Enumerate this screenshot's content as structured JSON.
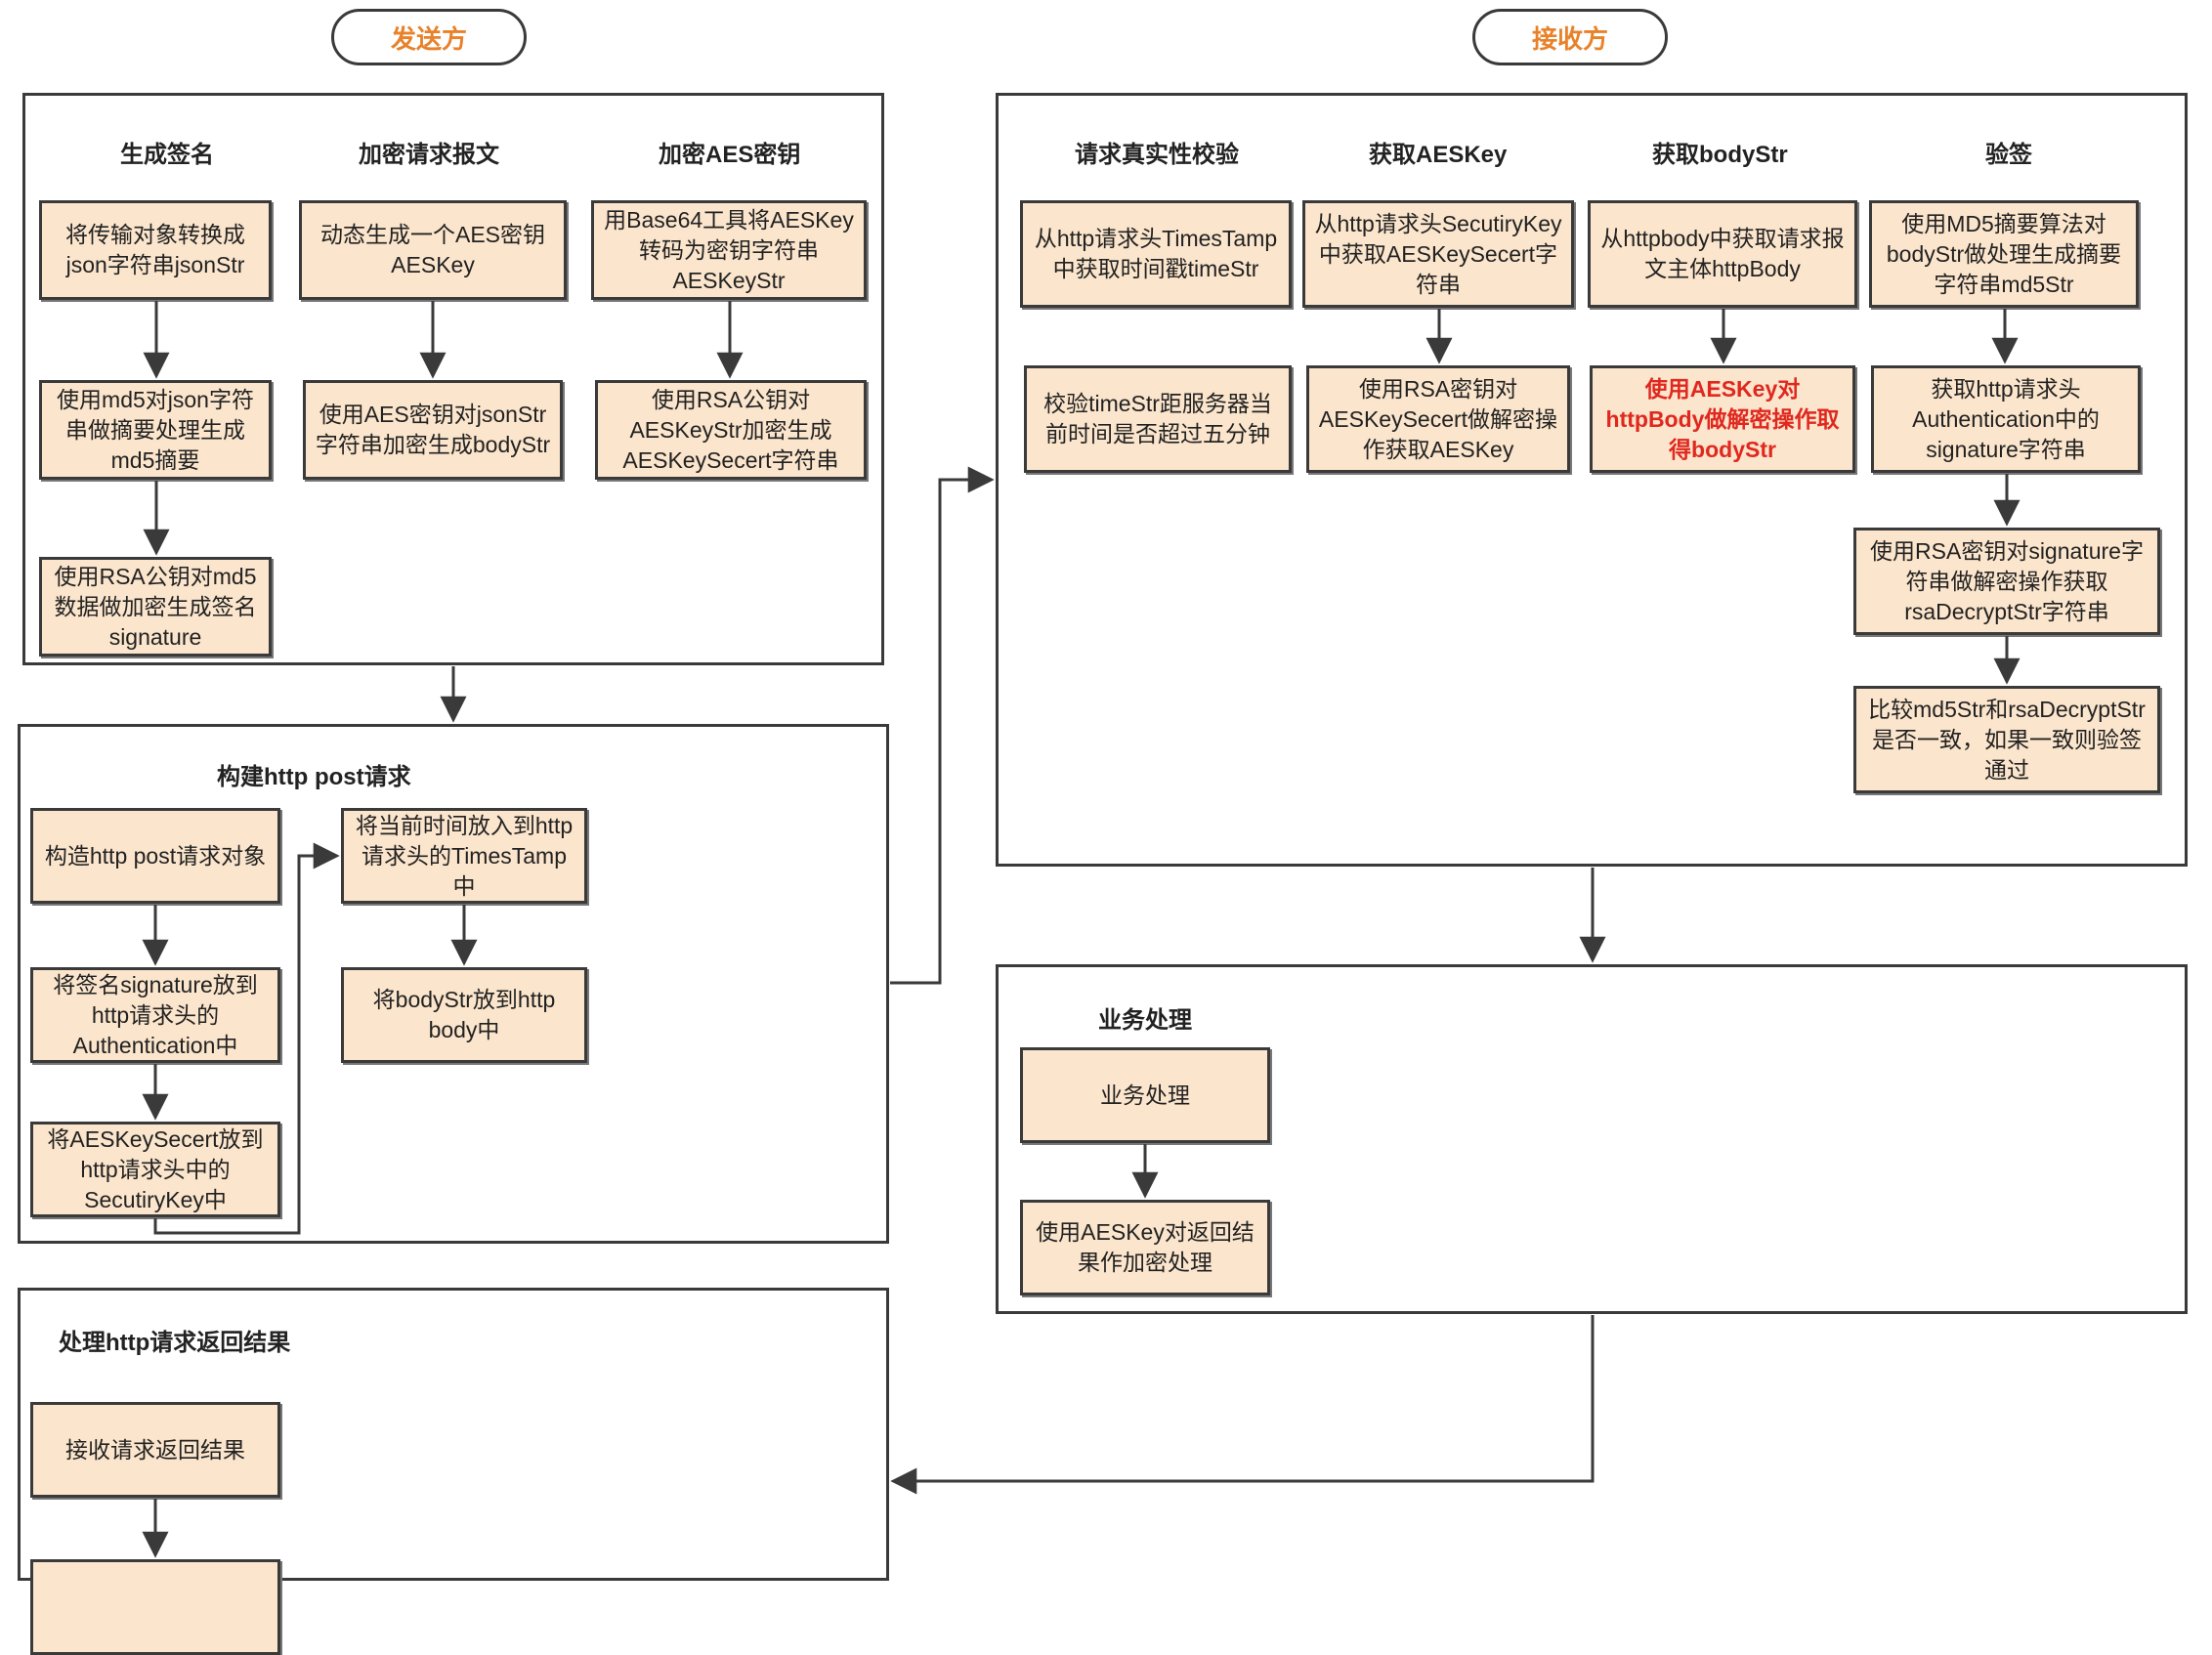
{
  "sender": {
    "title": "发送方",
    "sign": {
      "section_title": "生成签名",
      "steps": [
        "将传输对象转换成json字符串jsonStr",
        "使用md5对json字符串做摘要处理生成md5摘要",
        "使用RSA公钥对md5数据做加密生成签名signature"
      ]
    },
    "encrypt_body": {
      "section_title": "加密请求报文",
      "steps": [
        "动态生成一个AES密钥AESKey",
        "使用AES密钥对jsonStr字符串加密生成bodyStr"
      ]
    },
    "encrypt_key": {
      "section_title": "加密AES密钥",
      "steps": [
        "用Base64工具将AESKey转码为密钥字符串AESKeyStr",
        "使用RSA公钥对AESKeyStr加密生成AESKeySecert字符串"
      ]
    },
    "build_request": {
      "section_title": "构建http post请求",
      "steps": [
        "构造http post请求对象",
        "将签名signature放到http请求头的Authentication中",
        "将AESKeySecert放到http请求头中的SecutiryKey中",
        "将当前时间放入到http请求头的TimesTamp中",
        "将bodyStr放到http body中"
      ]
    },
    "handle_response": {
      "section_title": "处理http请求返回结果",
      "steps": [
        "接收请求返回结果"
      ]
    }
  },
  "receiver": {
    "title": "接收方",
    "verify_time": {
      "section_title": "请求真实性校验",
      "steps": [
        "从http请求头TimesTamp中获取时间戳timeStr",
        "校验timeStr距服务器当前时间是否超过五分钟"
      ]
    },
    "get_key": {
      "section_title": "获取AESKey",
      "steps": [
        "从http请求头SecutiryKey中获取AESKeySecert字符串",
        "使用RSA密钥对AESKeySecert做解密操作获取AESKey"
      ]
    },
    "get_body": {
      "section_title": "获取bodyStr",
      "steps": [
        "从httpbody中获取请求报文主体httpBody",
        "使用AESKey对httpBody做解密操作取得bodyStr"
      ]
    },
    "verify_sign": {
      "section_title": "验签",
      "steps": [
        "使用MD5摘要算法对bodyStr做处理生成摘要字符串md5Str",
        "获取http请求头Authentication中的signature字符串",
        "使用RSA密钥对signature字符串做解密操作获取rsaDecryptStr字符串",
        "比较md5Str和rsaDecryptStr是否一致，如果一致则验签通过"
      ]
    },
    "business": {
      "section_title": "业务处理",
      "steps": [
        "业务处理",
        "使用AESKey对返回结果作加密处理"
      ]
    }
  },
  "colors": {
    "box_fill": "#fbe5cc",
    "role_text": "#e8822a",
    "highlight_text": "#e0281f",
    "line": "#3a3a3a"
  }
}
